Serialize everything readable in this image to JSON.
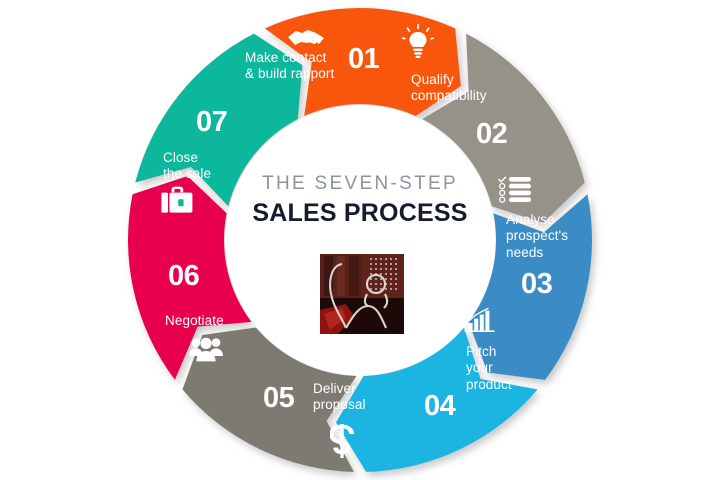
{
  "graphic": {
    "kind": "circular-process-diagram",
    "segment_count": 7,
    "center": {
      "kicker": "THE SEVEN-STEP",
      "title": "SALES PROCESS",
      "kicker_color": "#8e949c",
      "title_color": "#141c2e",
      "thumbnail": {
        "name": "center-photo-thumbnail",
        "description": "dark red photo with white outline sketch and dotted grid"
      }
    },
    "background_color": "#ffffff"
  },
  "steps": [
    {
      "number": "01",
      "label": "Make contact\n& build rapport",
      "icon": "handshake-icon",
      "color": "#f9560a"
    },
    {
      "number": "02",
      "label": "Qualify\ncompatibility",
      "icon": "lightbulb-icon",
      "color": "#969289"
    },
    {
      "number": "03",
      "label": "Analyse\nprospect's\nneeds",
      "icon": "checklist-icon",
      "color": "#3a8cc4"
    },
    {
      "number": "04",
      "label": "Pitch\nyour\nproduct",
      "icon": "bar-chart-icon",
      "color": "#1fb5e2"
    },
    {
      "number": "05",
      "label": "Deliver\nproposal",
      "icon": "dollar-sign-icon",
      "color": "#7d7a71"
    },
    {
      "number": "06",
      "label": "Negotiate",
      "icon": "people-group-icon",
      "color": "#e8004f"
    },
    {
      "number": "07",
      "label": "Close\nthe sale",
      "icon": "briefcase-icon",
      "color": "#10b79c"
    }
  ]
}
